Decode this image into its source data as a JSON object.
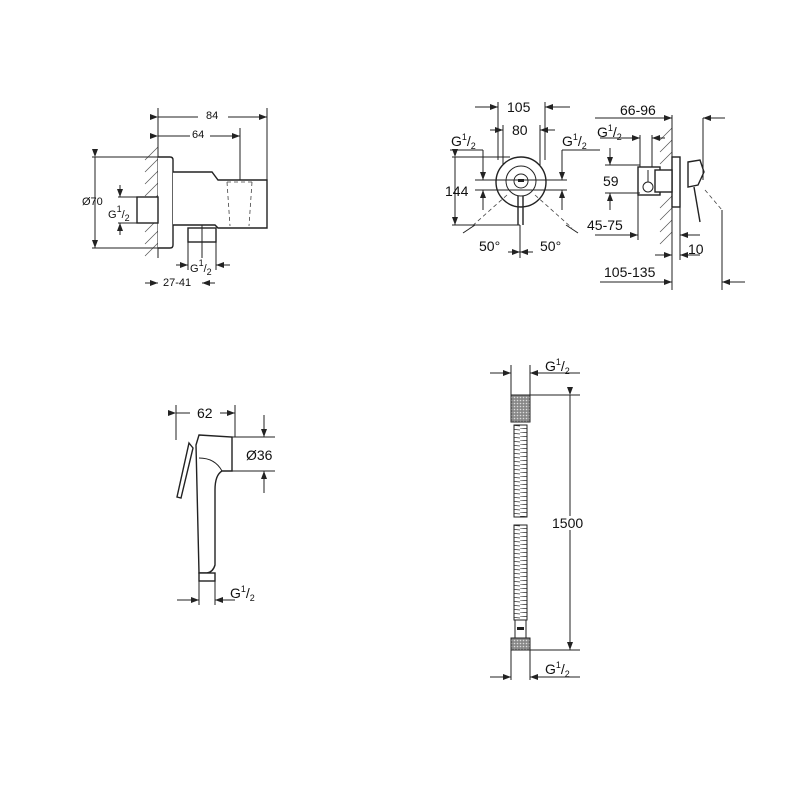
{
  "wall_outlet": {
    "width_overall": "84",
    "width_body": "64",
    "diameter": "Ø70",
    "thread_inlet": {
      "g": "G",
      "num": "1",
      "den": "2"
    },
    "thread_outlet": {
      "g": "G",
      "num": "1",
      "den": "2"
    },
    "projection": "27-41"
  },
  "valve_front": {
    "width_outer": "105",
    "width_inner": "80",
    "thread_left": {
      "g": "G",
      "num": "1",
      "den": "2"
    },
    "thread_right": {
      "g": "G",
      "num": "1",
      "den": "2"
    },
    "height": "144",
    "angle_left": "50°",
    "angle_right": "50°"
  },
  "valve_side": {
    "depth": "66-96",
    "thread": {
      "g": "G",
      "num": "1",
      "den": "2"
    },
    "center_height": "59",
    "install_depth": "45-75",
    "plate": "10",
    "total_depth": "105-135"
  },
  "hand_spray": {
    "length": "62",
    "diameter": "Ø36",
    "thread": {
      "g": "G",
      "num": "1",
      "den": "2"
    }
  },
  "hose": {
    "thread_top": {
      "g": "G",
      "num": "1",
      "den": "2"
    },
    "length": "1500",
    "thread_bottom": {
      "g": "G",
      "num": "1",
      "den": "2"
    }
  }
}
